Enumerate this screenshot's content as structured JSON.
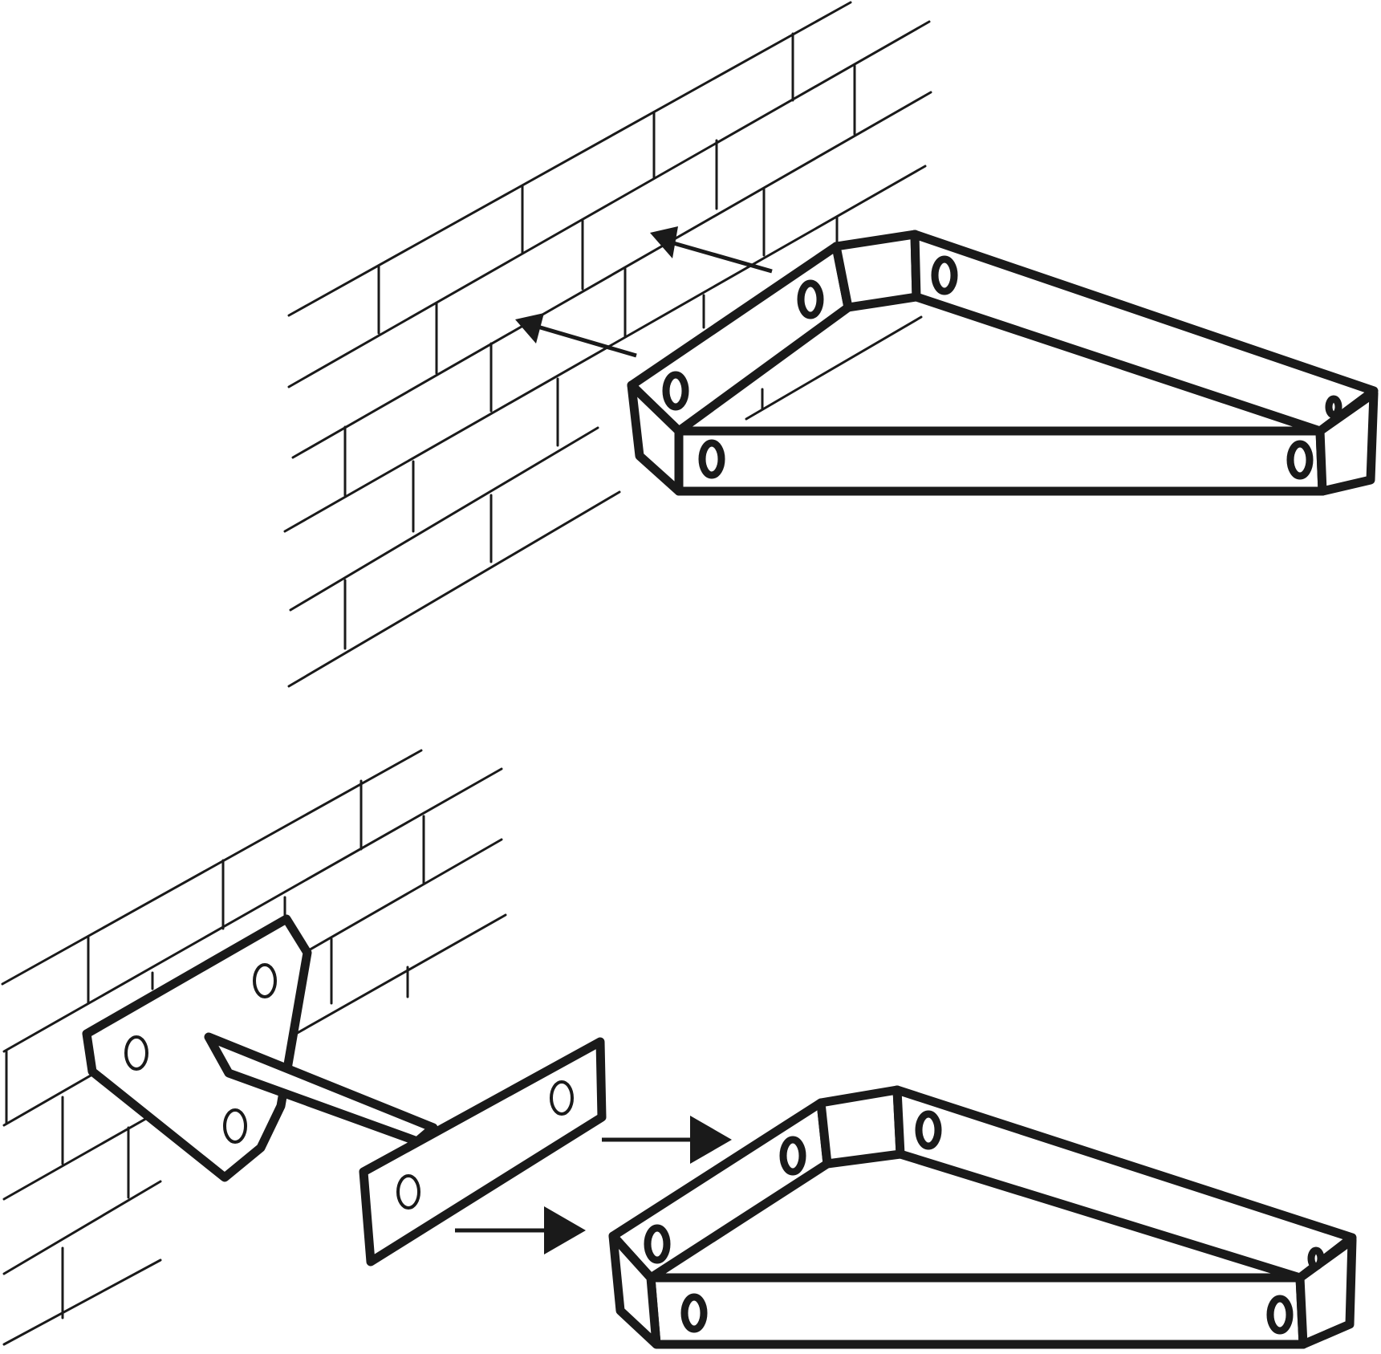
{
  "figure": {
    "panels": [
      {
        "id": "step-1",
        "description_shown": "",
        "elements": [
          "brick-wall",
          "corner-shelf",
          "mount-arrows"
        ]
      },
      {
        "id": "step-2",
        "description_shown": "",
        "elements": [
          "brick-wall",
          "wall-bracket",
          "corner-shelf",
          "slide-arrows"
        ]
      }
    ]
  },
  "colors": {
    "ink": "#1a1a1a",
    "paper": "#ffffff"
  }
}
